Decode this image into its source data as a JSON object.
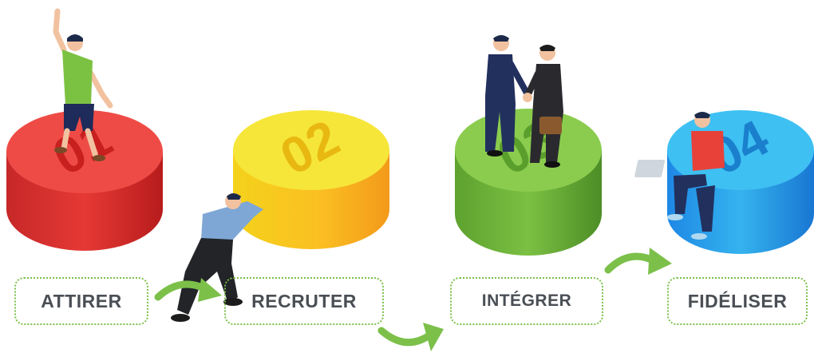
{
  "steps": [
    {
      "number": "01",
      "label": "ATTIRER",
      "color": "#e53935"
    },
    {
      "number": "02",
      "label": "RECRUTER",
      "color": "#f7c51e"
    },
    {
      "number": "03",
      "label": "INTÉGRER",
      "color": "#7bc043"
    },
    {
      "number": "04",
      "label": "FIDÉLISER",
      "color": "#2da8e6"
    }
  ],
  "colors": {
    "arrow": "#7cc04a",
    "label_text": "#4a4f55",
    "border": "#7cc04a"
  }
}
